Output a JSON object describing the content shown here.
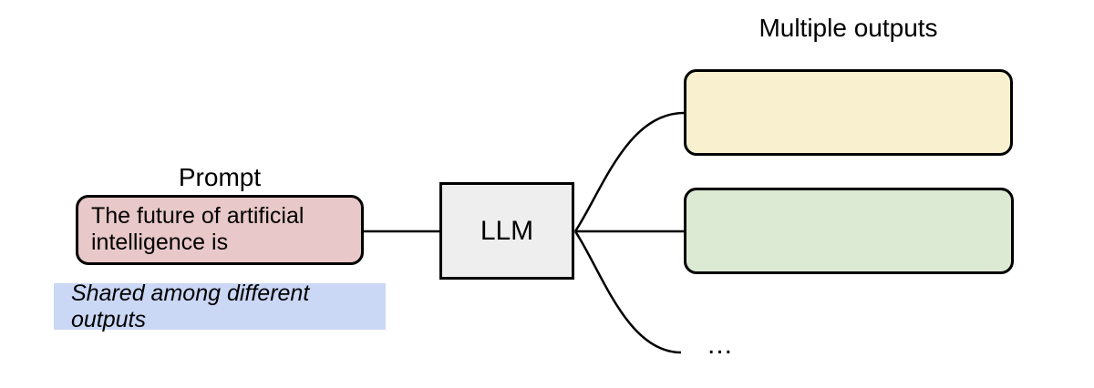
{
  "diagram": {
    "nodes": {
      "prompt": {
        "label": "Prompt",
        "text": "The future of artificial intelligence is",
        "fill": "#e8c8c8"
      },
      "llm": {
        "text": "LLM",
        "fill": "#eeeeee"
      },
      "output_1": {
        "text": "",
        "fill": "#f8f0cf"
      },
      "output_2": {
        "text": "",
        "fill": "#dcead4"
      }
    },
    "labels": {
      "outputs_heading": "Multiple outputs",
      "more_outputs": "..."
    },
    "annotation": {
      "text": "Shared among different outputs",
      "fill": "#cad7f5"
    },
    "edges": [
      {
        "from": "prompt",
        "to": "llm",
        "style": "straight"
      },
      {
        "from": "llm",
        "to": "output_1",
        "style": "curve"
      },
      {
        "from": "llm",
        "to": "output_2",
        "style": "straight"
      },
      {
        "from": "llm",
        "to": "more_outputs",
        "style": "curve"
      }
    ],
    "line_color": "#000000",
    "background": "#ffffff"
  }
}
